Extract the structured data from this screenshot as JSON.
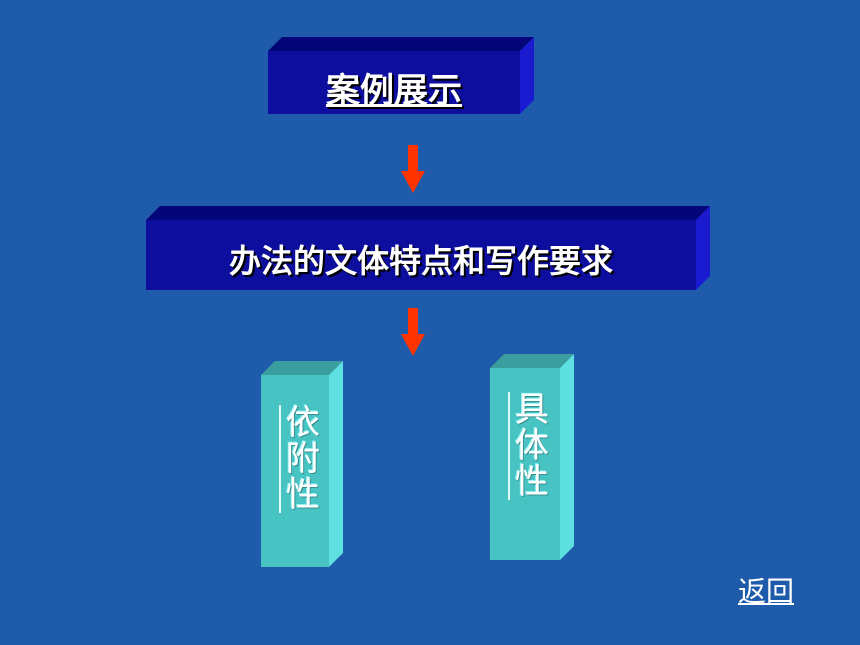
{
  "top_box": {
    "label": "案例展示",
    "front_color": "#0d0d9e",
    "top_color": "#05057a",
    "side_color": "#1a1ad0"
  },
  "middle_box": {
    "label": "办法的文体特点和写作要求",
    "front_color": "#0d0d9e",
    "top_color": "#05057a",
    "side_color": "#1a1ad0"
  },
  "arrows": {
    "color": "#ff3300",
    "icon": "down-arrow-icon"
  },
  "pillars": [
    {
      "label": "依附性",
      "front_color": "#48c3c3",
      "top_color": "#3a9e9e",
      "side_color": "#5fe0e0"
    },
    {
      "label": "具体性",
      "front_color": "#48c3c3",
      "top_color": "#3a9e9e",
      "side_color": "#5fe0e0"
    }
  ],
  "back_link": {
    "label": "返回"
  },
  "background_color": "#1f5bab"
}
